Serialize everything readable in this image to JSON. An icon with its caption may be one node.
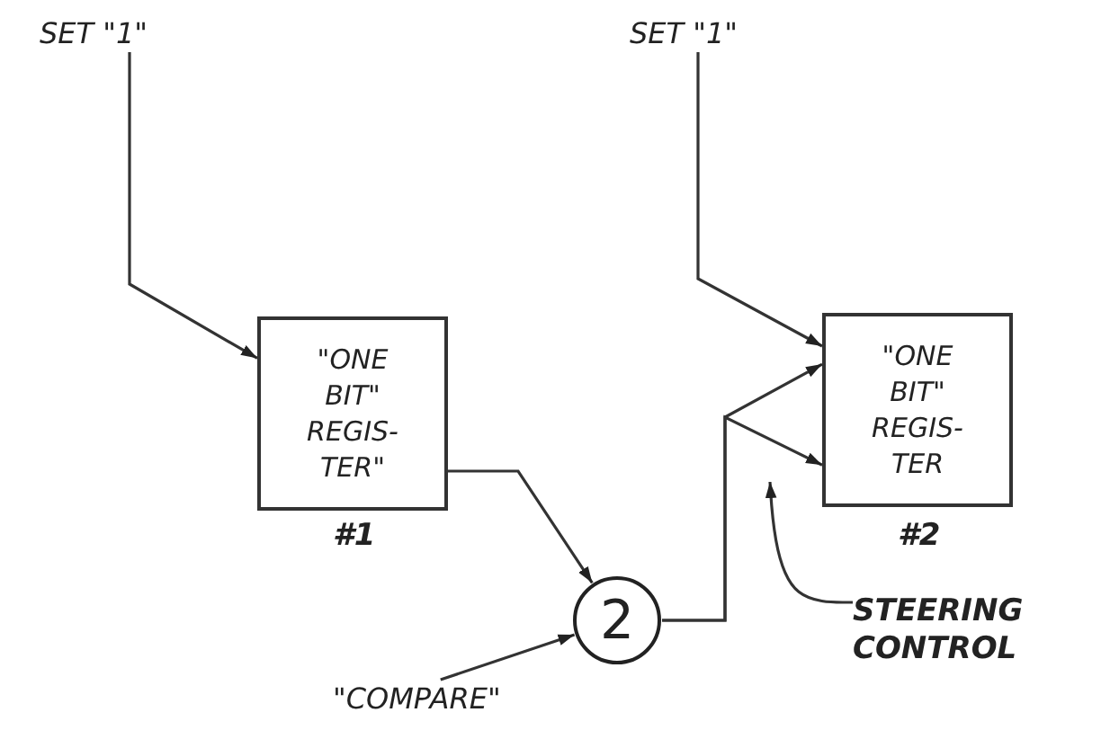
{
  "diagram": {
    "nodes": [
      {
        "text": [
          "SET \"1\""
        ]
      },
      {
        "text": [
          "\"ONE BIT\" REGIS- TER\""
        ],
        "beside": [
          "#1"
        ]
      },
      {
        "text": [
          "2"
        ]
      },
      {
        "text": [
          "\"COMPARE\""
        ]
      },
      {
        "text": [
          "SET \"1\""
        ]
      },
      {
        "text": [
          "\"ONE BIT\" REGIS- TER"
        ],
        "beside": [
          "#2"
        ]
      },
      {
        "text": [
          "STEERING CONTROL"
        ]
      }
    ],
    "edges": [
      {
        "from": 0,
        "to": 1,
        "arrow": "to"
      },
      {
        "from": 1,
        "to": 2,
        "arrow": "to"
      },
      {
        "from": 3,
        "to": 2,
        "arrow": "to"
      },
      {
        "from": 2,
        "to": 5,
        "arrow": "to"
      },
      {
        "from": 2,
        "to": 5,
        "arrow": "to"
      },
      {
        "from": 4,
        "to": 5,
        "arrow": "to"
      },
      {
        "from": 6,
        "to": null,
        "arrow": "to"
      }
    ]
  }
}
